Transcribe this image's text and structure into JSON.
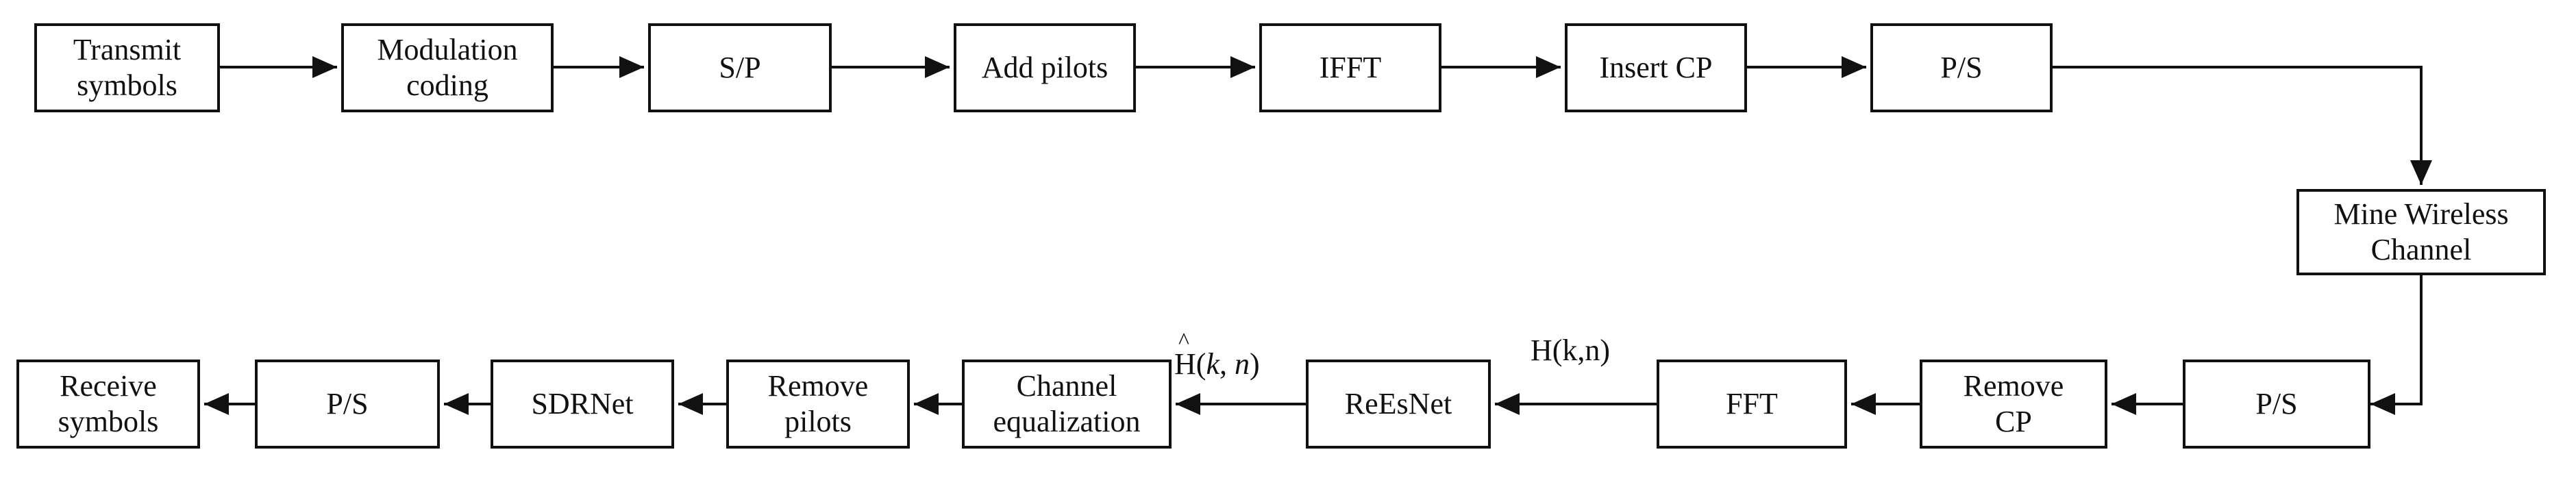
{
  "blocks": {
    "transmit": [
      "Transmit",
      "symbols"
    ],
    "modulation": [
      "Modulation",
      "coding"
    ],
    "sp": [
      "S/P"
    ],
    "add_pilots": [
      "Add pilots"
    ],
    "ifft": [
      "IFFT"
    ],
    "insert_cp": [
      "Insert CP"
    ],
    "ps_top": [
      "P/S"
    ],
    "channel": [
      "Mine Wireless",
      "Channel"
    ],
    "ps_right": [
      "P/S"
    ],
    "remove_cp": [
      "Remove",
      "CP"
    ],
    "fft": [
      "FFT"
    ],
    "reesnet": [
      "ReEsNet"
    ],
    "equalization": [
      "Channel",
      "equalization"
    ],
    "remove_pilots": [
      "Remove",
      "pilots"
    ],
    "sdrnet": [
      "SDRNet"
    ],
    "ps_bottom": [
      "P/S"
    ],
    "receive": [
      "Receive",
      "symbols"
    ]
  },
  "labels": {
    "h_true": "H(k,n)",
    "h_est_hat": "^",
    "h_est_letter": "H",
    "h_est_open": "(",
    "h_est_k": "k",
    "h_est_comma": ", ",
    "h_est_n": "n",
    "h_est_close": ")"
  }
}
